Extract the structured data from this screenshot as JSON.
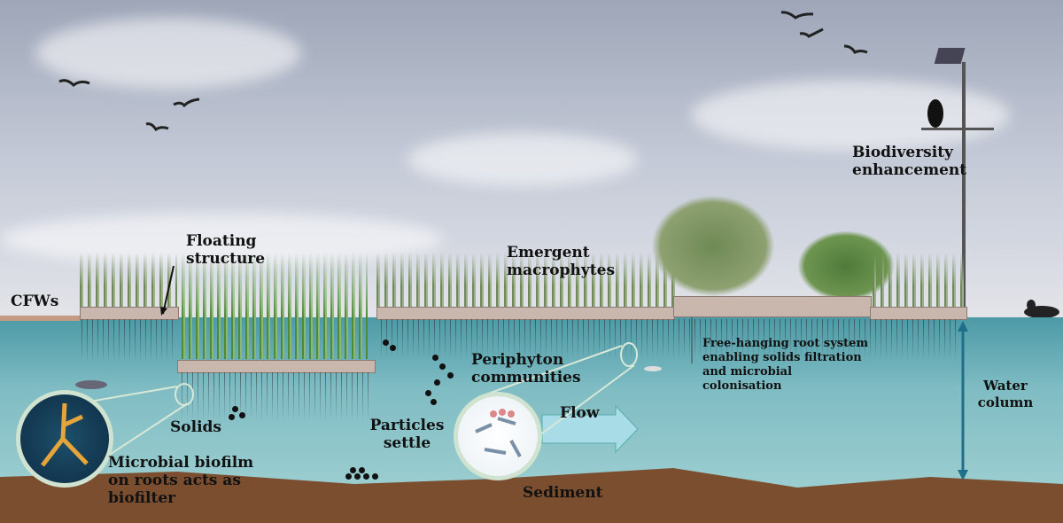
{
  "labels": {
    "cfws": "CFWs",
    "floating_structure": "Floating structure",
    "emergent_macrophytes": "Emergent macrophytes",
    "biodiversity": "Biodiversity enhancement",
    "root_system": "Free-hanging root system enabling solids filtration and microbial colonisation",
    "water_column": "Water column",
    "periphyton": "Periphyton communities",
    "flow": "Flow",
    "particles_settle": "Particles settle",
    "solids": "Solids",
    "biofilm": "Microbial biofilm on roots acts as biofilter",
    "sediment": "Sediment"
  },
  "colors": {
    "water": "#4c9aa6",
    "sediment": "#7a4e2e",
    "arrow": "#1f6f8a",
    "flow_arrow": "#a8dde8"
  }
}
